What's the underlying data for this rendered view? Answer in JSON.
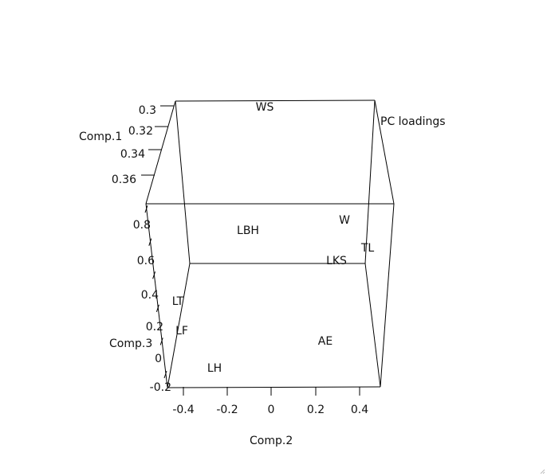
{
  "chart_data": {
    "type": "scatter",
    "title": "PC loadings",
    "xlabel": "Comp.2",
    "ylabel": "Comp.1",
    "zlabel": "Comp.3",
    "axes": {
      "x": {
        "ticks": [
          "-0.4",
          "-0.2",
          "0",
          "0.2",
          "0.4"
        ]
      },
      "y": {
        "ticks": [
          "0.3",
          "0.32",
          "0.34",
          "0.36"
        ]
      },
      "z": {
        "ticks": [
          "-0.2",
          "0",
          "0.2",
          "0.4",
          "0.6",
          "0.8"
        ]
      }
    },
    "points": [
      {
        "label": "WS"
      },
      {
        "label": "LBH"
      },
      {
        "label": "W"
      },
      {
        "label": "TL"
      },
      {
        "label": "LKS"
      },
      {
        "label": "LT"
      },
      {
        "label": "LF"
      },
      {
        "label": "AE"
      },
      {
        "label": "LH"
      }
    ]
  }
}
